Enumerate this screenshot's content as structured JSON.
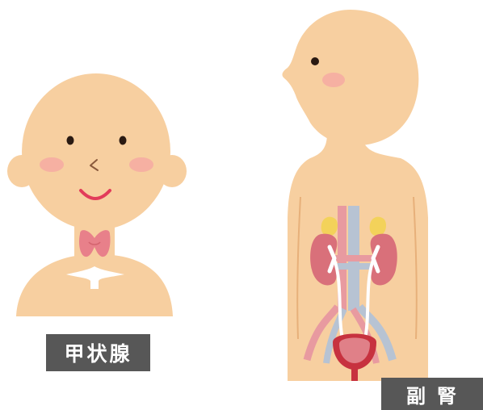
{
  "labels": {
    "thyroid": "甲状腺",
    "adrenal": "副腎"
  },
  "colors": {
    "skin": "#f7cfa0",
    "cheek": "#f5a7a3",
    "eye": "#2a1a12",
    "mouth": "#e23c5a",
    "thyroid": "#e8808a",
    "bone": "#ffffff",
    "kidney": "#d9707a",
    "adrenal": "#f3d25a",
    "artery": "#e89aa0",
    "vein": "#b7c3d3",
    "bladder": "#c7323f",
    "label_bg": "#575757",
    "label_text": "#ffffff"
  },
  "figures": {
    "left": {
      "name": "child-head-thyroid",
      "organ": "thyroid-icon"
    },
    "right": {
      "name": "side-profile-urinary-system",
      "organ": "kidney-adrenal-icon"
    }
  }
}
